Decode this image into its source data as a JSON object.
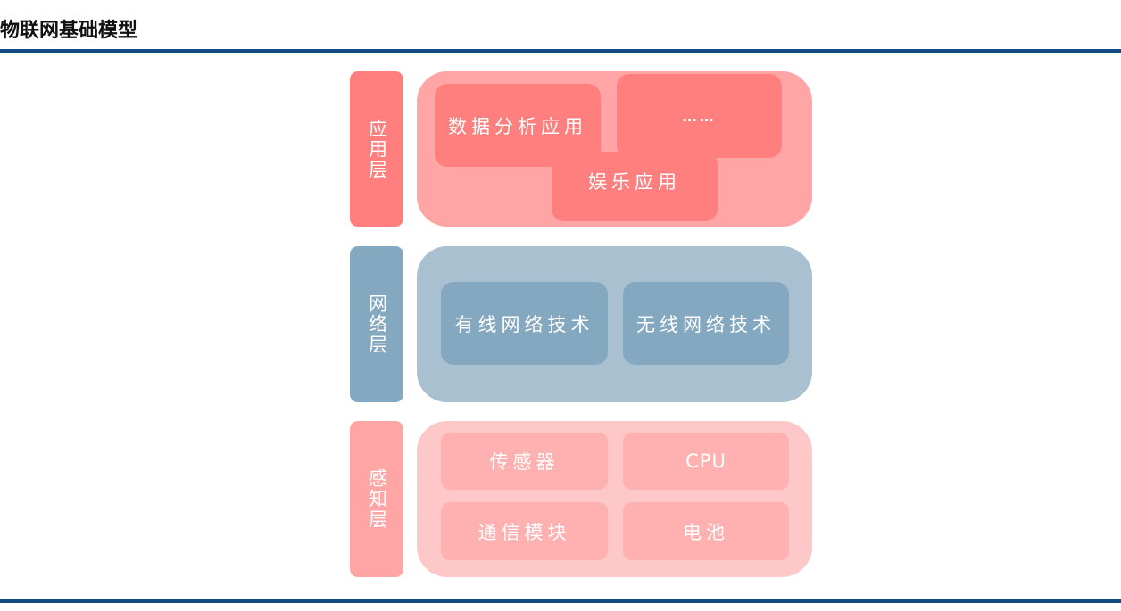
{
  "title": "物联网基础模型",
  "colors": {
    "rule": "#0f4c81",
    "application_dark": "#ff7f7f",
    "application_light": "#ffa5a5",
    "network_dark": "#84a8c0",
    "network_light": "#a9c0d0",
    "perception_dark": "#ffa5a5",
    "perception_light": "#ffc8c8",
    "perception_block": "#ffb1b1"
  },
  "layers": {
    "application": {
      "label": "应用层",
      "items": [
        "数据分析应用",
        "……",
        "娱乐应用"
      ]
    },
    "network": {
      "label": "网络层",
      "items": [
        "有线网络技术",
        "无线网络技术"
      ]
    },
    "perception": {
      "label": "感知层",
      "items": [
        "传感器",
        "CPU",
        "通信模块",
        "电池"
      ]
    }
  }
}
